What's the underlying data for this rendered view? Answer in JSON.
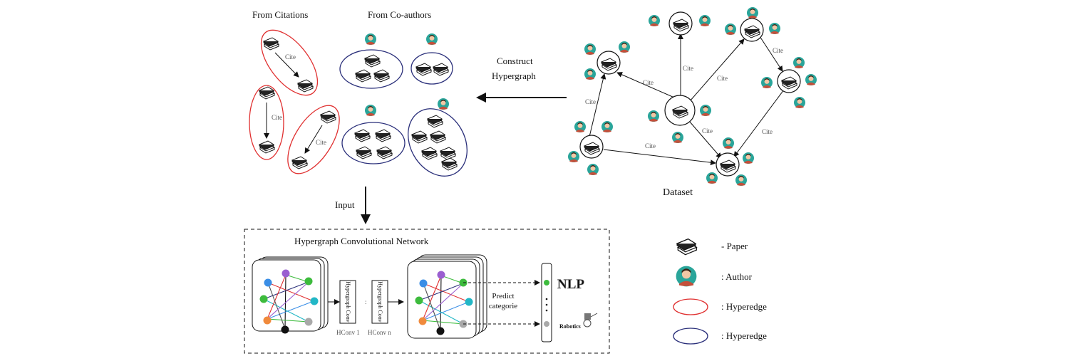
{
  "labels": {
    "from_citations": "From Citations",
    "from_coauthors": "From Co-authors",
    "construct": "Construct",
    "hypergraph": "Hypergraph",
    "dataset": "Dataset",
    "input": "Input",
    "hgcn_title": "Hypergraph Convolutional Network",
    "cite": "Cite",
    "hconv_block": "Hypergraph Conv",
    "hconv_1": "HConv 1",
    "hconv_n": "HConv n",
    "colon": ":",
    "predict": "Predict",
    "categorie": "categorie",
    "nlp": "NLP",
    "robotics": "Robotics"
  },
  "legend": {
    "paper": "- Paper",
    "author": ": Author",
    "hyperedge_red": ": Hyperedge",
    "hyperedge_blue": ": Hyperedge"
  },
  "colors": {
    "citation_hyperedge": "#e03030",
    "coauthor_hyperedge": "#2a2f7a",
    "author_avatar": "#2aa59a",
    "node_purple": "#9a5fd0",
    "node_green": "#3dbb3d",
    "node_cyan": "#22b7c6",
    "node_gray": "#a9a9a9",
    "node_orange": "#f08a3c",
    "node_blue": "#3a8ee6",
    "node_black": "#111111"
  }
}
